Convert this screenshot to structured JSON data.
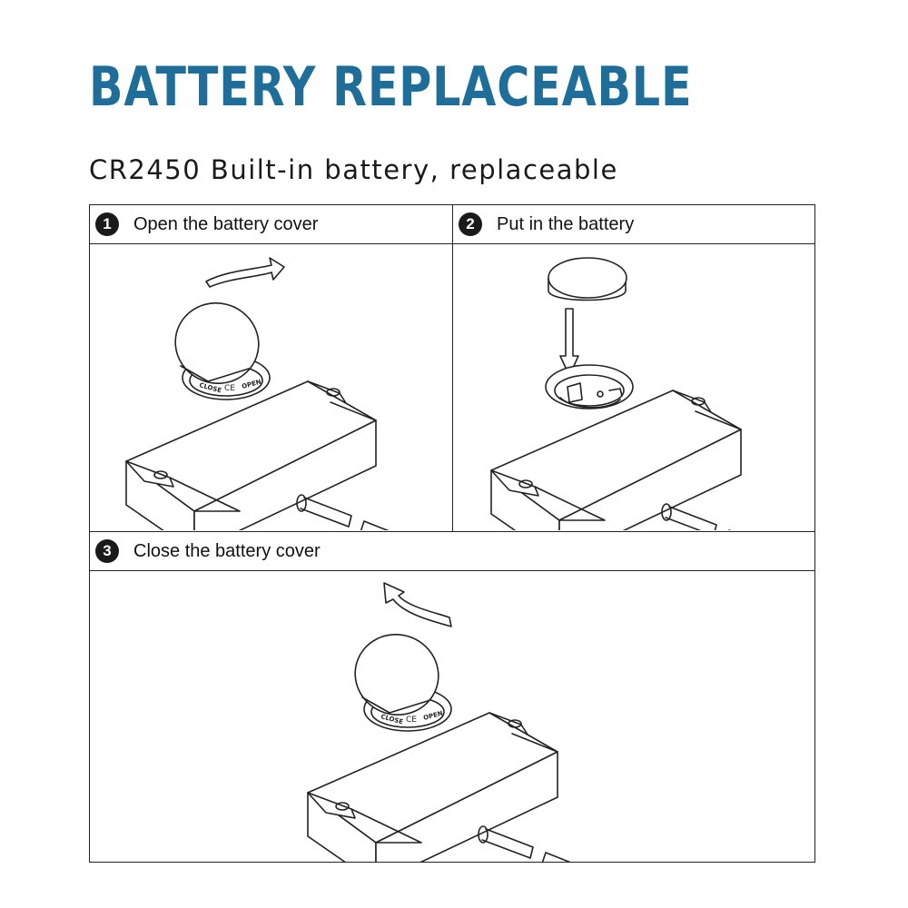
{
  "page": {
    "title": "BATTERY REPLACEABLE",
    "subtitle": "CR2450 Built-in battery, replaceable",
    "title_color": "#1f6e99"
  },
  "steps": [
    {
      "number": "1",
      "label": "Open the battery cover",
      "icon": "rotate-arrow-icon"
    },
    {
      "number": "2",
      "label": "Put in the battery",
      "icon": "down-arrow-icon"
    },
    {
      "number": "3",
      "label": "Close the battery cover",
      "icon": "rotate-arrow-icon"
    }
  ]
}
